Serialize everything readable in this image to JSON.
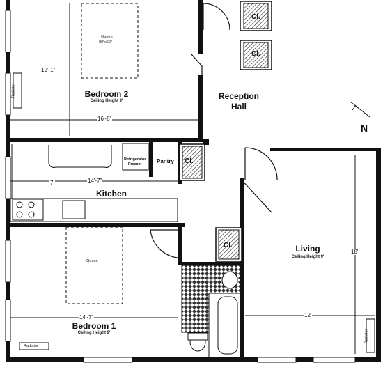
{
  "rooms": {
    "bedroom2": {
      "name": "Bedroom 2",
      "ceiling": "Ceiling Height 9'",
      "width": "16'-8\"",
      "depth": "12'-1\""
    },
    "bedroom1": {
      "name": "Bedroom 1",
      "ceiling": "Ceiling Height 9'",
      "width": "14'-7\""
    },
    "reception": {
      "name_line1": "Reception",
      "name_line2": "Hall"
    },
    "kitchen": {
      "name": "Kitchen",
      "width": "14'-7\"",
      "depth": "7'"
    },
    "living": {
      "name": "Living",
      "ceiling": "Ceiling Height 9'",
      "width": "12'",
      "depth": "18'"
    },
    "pantry": {
      "name": "Pantry"
    }
  },
  "fixtures": {
    "bed2": {
      "label": "Queen",
      "size": "80\"x60\""
    },
    "bed1": {
      "label": "Queen"
    },
    "refrigerator": {
      "line1": "Refrigerator",
      "line2": "Freezer"
    },
    "closet_label": "Cl.",
    "radiator": "Radiator"
  },
  "compass": {
    "label": "N"
  }
}
